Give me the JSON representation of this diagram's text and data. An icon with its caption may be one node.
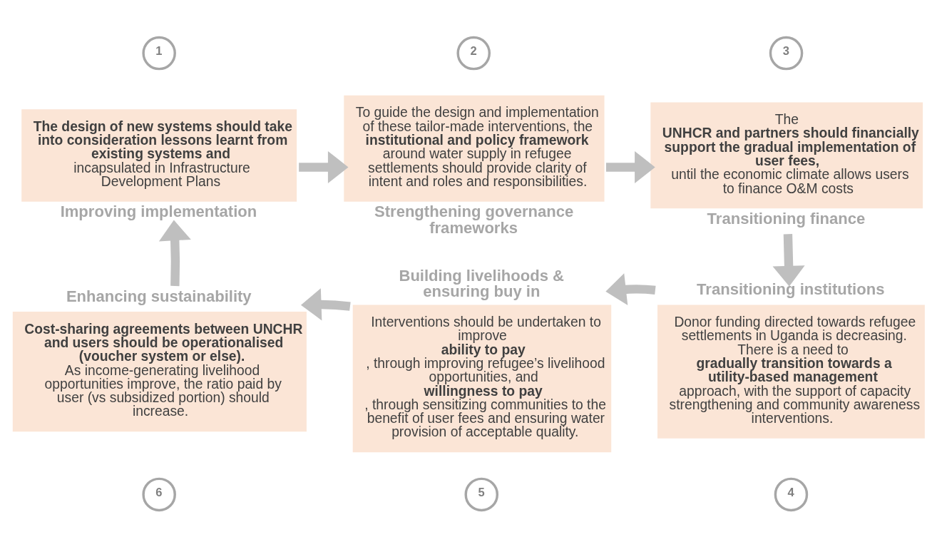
{
  "diagram": {
    "nodes": [
      {
        "text": [
          "1"
        ]
      },
      {
        "text": [
          "**The design of new systems should take into consideration lessons learnt from existing systems and** incapsulated in Infrastructure Development Plans"
        ],
        "beside": [
          "Improving implementation"
        ]
      },
      {
        "text": [
          "2"
        ]
      },
      {
        "text": [
          "To guide the design and implementation of these tailor-made interventions, the **institutional and policy framework** around water supply in refugee settlements should provide clarity of intent and roles and responsibilities."
        ],
        "beside": [
          "Strengthening governance frameworks"
        ]
      },
      {
        "text": [
          "3"
        ]
      },
      {
        "text": [
          "The **UNHCR and partners should financially support the gradual implementation of user fees,** until the economic climate allows users to finance O&M costs"
        ],
        "beside": [
          "Transitioning finance"
        ]
      },
      {
        "text": [
          "4"
        ]
      },
      {
        "text": [
          "Donor funding directed towards refugee settlements in Uganda is decreasing. There is a need to **gradually transition towards a utility-based management** approach, with the support of capacity strengthening and community awareness interventions."
        ],
        "beside": [
          "Transitioning institutions"
        ]
      },
      {
        "text": [
          "5"
        ]
      },
      {
        "text": [
          "Interventions should be undertaken to improve **ability to pay**, through improving refugee’s livelihood opportunities, and **willingness to pay**, through sensitizing communities to the benefit of user fees and ensuring water provision of acceptable quality."
        ],
        "beside": [
          "Building livelihoods & ensuring buy in"
        ]
      },
      {
        "text": [
          "6"
        ]
      },
      {
        "text": [
          "**Cost-sharing agreements between UNCHR and users should be operationalised (voucher system or else).** As income-generating livelihood opportunities improve, the ratio paid by user (vs subsidized portion) should increase."
        ],
        "beside": [
          "Enhancing sustainability"
        ]
      }
    ],
    "edges": [
      {
        "from": 1,
        "to": 3,
        "arrow": "to"
      },
      {
        "from": 3,
        "to": 5,
        "arrow": "to"
      },
      {
        "from": 5,
        "to": 7,
        "arrow": "to"
      },
      {
        "from": 7,
        "to": 9,
        "arrow": "to"
      },
      {
        "from": 9,
        "to": 11,
        "arrow": "to"
      },
      {
        "from": 11,
        "to": 1,
        "arrow": "to"
      }
    ]
  }
}
